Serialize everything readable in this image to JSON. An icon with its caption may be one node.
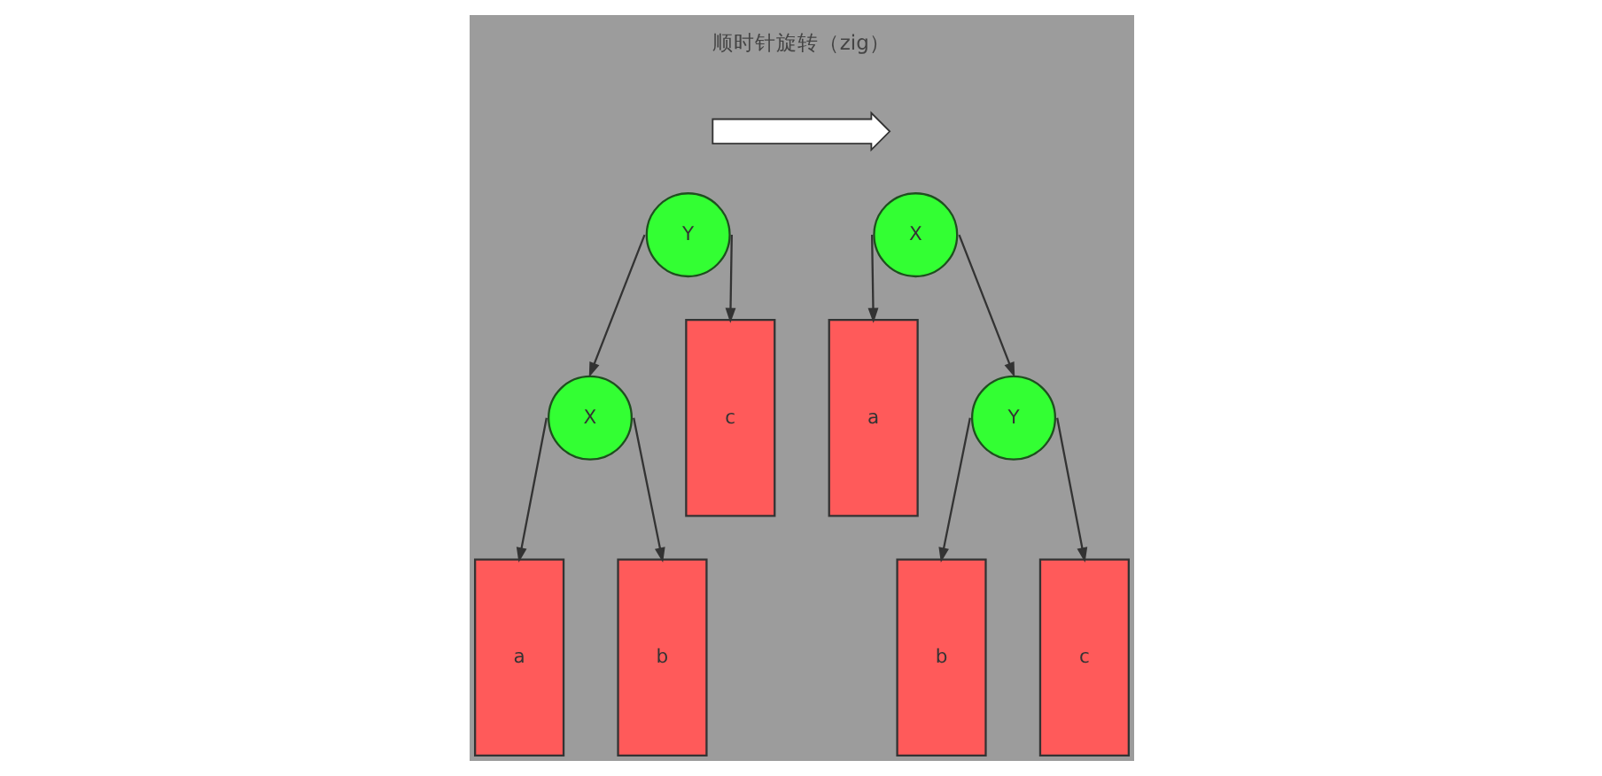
{
  "diagram": {
    "nodes": [
      {
        "text": [],
        "shape": "arrow",
        "beside": [
          "顺时针旋转（zig）"
        ]
      },
      {
        "text": [
          "Y"
        ]
      },
      {
        "text": [
          "X"
        ]
      },
      {
        "text": [
          "a"
        ]
      },
      {
        "text": [
          "b"
        ]
      },
      {
        "text": [
          "c"
        ]
      },
      {
        "text": [
          "X"
        ]
      },
      {
        "text": [
          "a"
        ]
      },
      {
        "text": [
          "Y"
        ]
      },
      {
        "text": [
          "b"
        ]
      },
      {
        "text": [
          "c"
        ]
      }
    ],
    "edges": [
      {
        "from": 1,
        "to": 2,
        "arrow": "to"
      },
      {
        "from": 1,
        "to": 5,
        "arrow": "to"
      },
      {
        "from": 2,
        "to": 3,
        "arrow": "to"
      },
      {
        "from": 2,
        "to": 4,
        "arrow": "to"
      },
      {
        "from": 6,
        "to": 7,
        "arrow": "to"
      },
      {
        "from": 6,
        "to": 8,
        "arrow": "to"
      },
      {
        "from": 8,
        "to": 9,
        "arrow": "to"
      },
      {
        "from": 8,
        "to": 10,
        "arrow": "to"
      }
    ]
  }
}
